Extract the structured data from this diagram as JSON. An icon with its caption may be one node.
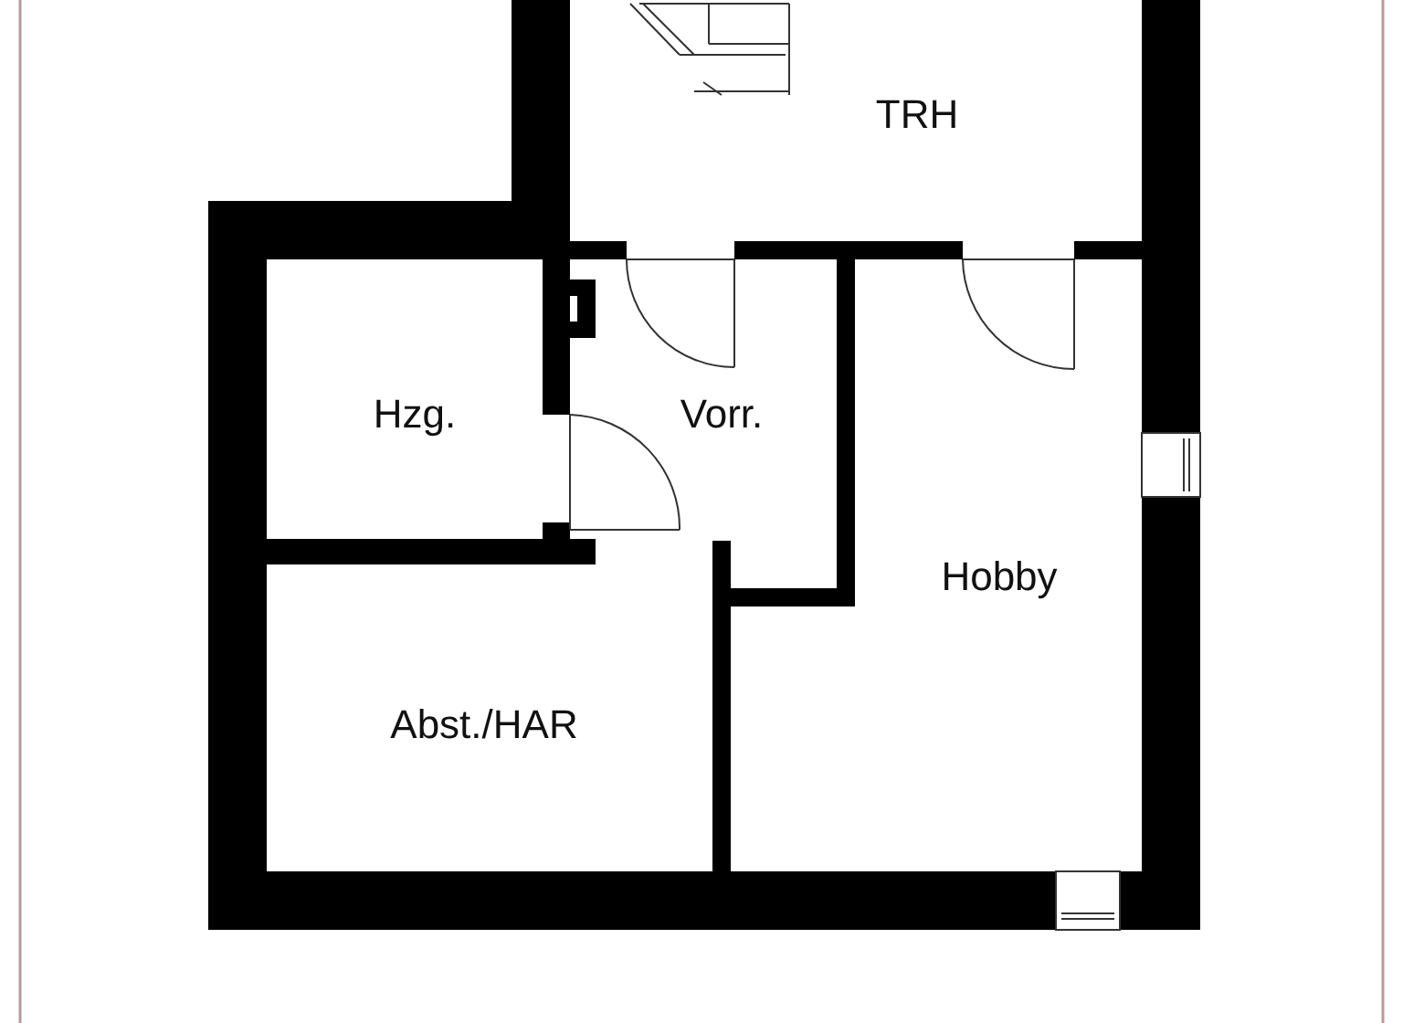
{
  "diagram": {
    "labels": [
      "TRH",
      "Hzg.",
      "Vorr.",
      "Hobby",
      "Abst./HAR"
    ]
  }
}
